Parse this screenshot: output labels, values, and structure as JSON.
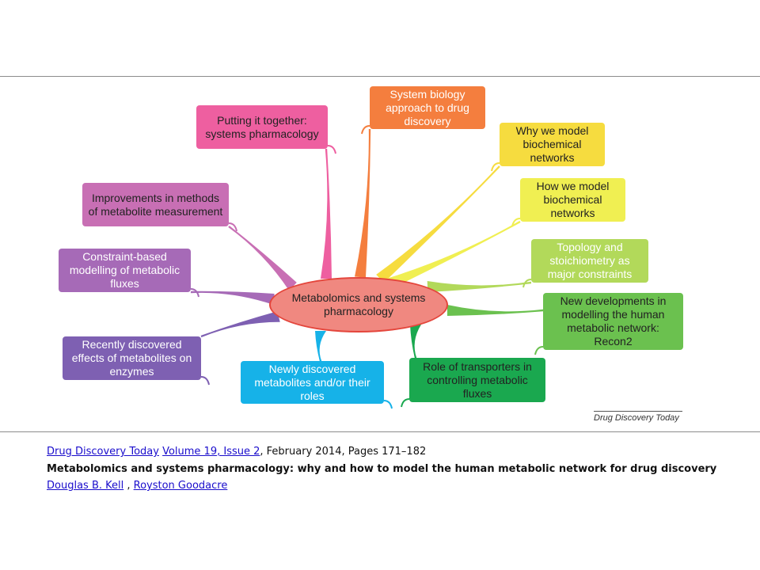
{
  "diagram": {
    "center": "Metabolomics and systems pharmacology",
    "nodes": [
      {
        "id": "system-biology",
        "text": "System biology approach to drug discovery",
        "color": "#f47e3e"
      },
      {
        "id": "why-model",
        "text": "Why we model biochemical networks",
        "color": "#f6dc3f"
      },
      {
        "id": "how-model",
        "text": "How we model biochemical networks",
        "color": "#f0ef52"
      },
      {
        "id": "topology",
        "text": "Topology and stoichiometry as major constraints",
        "color": "#b2d95a"
      },
      {
        "id": "new-developments",
        "text": "New developments in modelling the human metabolic network: Recon2",
        "color": "#6bc14f"
      },
      {
        "id": "transporters",
        "text": "Role of transporters in controlling metabolic fluxes",
        "color": "#1aa84f"
      },
      {
        "id": "newly-discovered",
        "text": "Newly discovered metabolites and/or their roles",
        "color": "#16b2e8"
      },
      {
        "id": "recently-discovered",
        "text": "Recently discovered effects of metabolites on enzymes",
        "color": "#7e60b2"
      },
      {
        "id": "constraint-based",
        "text": "Constraint-based modelling of metabolic fluxes",
        "color": "#a66ab7"
      },
      {
        "id": "improvements",
        "text": "Improvements in methods of metabolite measurement",
        "color": "#c86fb4"
      },
      {
        "id": "putting-together",
        "text": "Putting it together: systems pharmacology",
        "color": "#ee5fa0"
      }
    ],
    "center_fill": "#f08880",
    "center_border": "#e4463c",
    "credit": "Drug Discovery Today"
  },
  "citation": {
    "journal_link": "Drug Discovery Today",
    "volume_link": "Volume 19, Issue 2",
    "date_pages": ", February 2014, Pages 171–182",
    "title": "Metabolomics and systems pharmacology:  why and how to model the human metabolic network for drug discovery",
    "author1": "Douglas B. Kell",
    "separator": " , ",
    "author2": "Royston Goodacre"
  }
}
